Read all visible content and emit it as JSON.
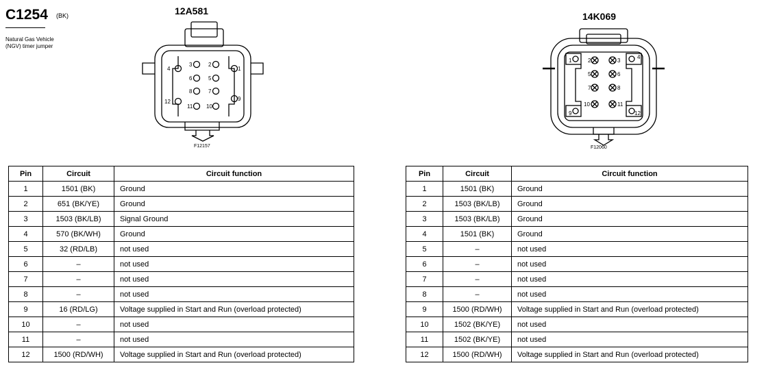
{
  "header": {
    "code": "C1254",
    "color": "(BK)",
    "description_line1": "Natural Gas Vehicle",
    "description_line2": "(NGV) timer jumper"
  },
  "left_connector": {
    "part_number": "12A581",
    "figure_id": "F12157",
    "pin_labels": [
      "1",
      "2",
      "3",
      "4",
      "5",
      "6",
      "7",
      "8",
      "9",
      "10",
      "11",
      "12"
    ]
  },
  "right_connector": {
    "part_number": "14K069",
    "figure_id": "F12060",
    "pin_labels": [
      "1",
      "2",
      "3",
      "4",
      "5",
      "6",
      "7",
      "8",
      "9",
      "10",
      "11",
      "12"
    ]
  },
  "table_headers": {
    "pin": "Pin",
    "circuit": "Circuit",
    "function": "Circuit function"
  },
  "left_table": [
    {
      "pin": "1",
      "circuit": "1501 (BK)",
      "function": "Ground"
    },
    {
      "pin": "2",
      "circuit": "651 (BK/YE)",
      "function": "Ground"
    },
    {
      "pin": "3",
      "circuit": "1503 (BK/LB)",
      "function": "Signal Ground"
    },
    {
      "pin": "4",
      "circuit": "570 (BK/WH)",
      "function": "Ground"
    },
    {
      "pin": "5",
      "circuit": "32 (RD/LB)",
      "function": "not used"
    },
    {
      "pin": "6",
      "circuit": "–",
      "function": "not used"
    },
    {
      "pin": "7",
      "circuit": "–",
      "function": "not used"
    },
    {
      "pin": "8",
      "circuit": "–",
      "function": "not used"
    },
    {
      "pin": "9",
      "circuit": "16 (RD/LG)",
      "function": "Voltage supplied in Start and Run (overload protected)"
    },
    {
      "pin": "10",
      "circuit": "–",
      "function": "not used"
    },
    {
      "pin": "11",
      "circuit": "–",
      "function": "not used"
    },
    {
      "pin": "12",
      "circuit": "1500 (RD/WH)",
      "function": "Voltage supplied in Start and Run (overload protected)"
    }
  ],
  "right_table": [
    {
      "pin": "1",
      "circuit": "1501 (BK)",
      "function": "Ground"
    },
    {
      "pin": "2",
      "circuit": "1503 (BK/LB)",
      "function": "Ground"
    },
    {
      "pin": "3",
      "circuit": "1503 (BK/LB)",
      "function": "Ground"
    },
    {
      "pin": "4",
      "circuit": "1501 (BK)",
      "function": "Ground"
    },
    {
      "pin": "5",
      "circuit": "–",
      "function": "not used"
    },
    {
      "pin": "6",
      "circuit": "–",
      "function": "not used"
    },
    {
      "pin": "7",
      "circuit": "–",
      "function": "not used"
    },
    {
      "pin": "8",
      "circuit": "–",
      "function": "not used"
    },
    {
      "pin": "9",
      "circuit": "1500 (RD/WH)",
      "function": "Voltage supplied in Start and Run (overload protected)"
    },
    {
      "pin": "10",
      "circuit": "1502 (BK/YE)",
      "function": "not used"
    },
    {
      "pin": "11",
      "circuit": "1502 (BK/YE)",
      "function": "not used"
    },
    {
      "pin": "12",
      "circuit": "1500 (RD/WH)",
      "function": "Voltage supplied in Start and Run (overload protected)"
    }
  ]
}
